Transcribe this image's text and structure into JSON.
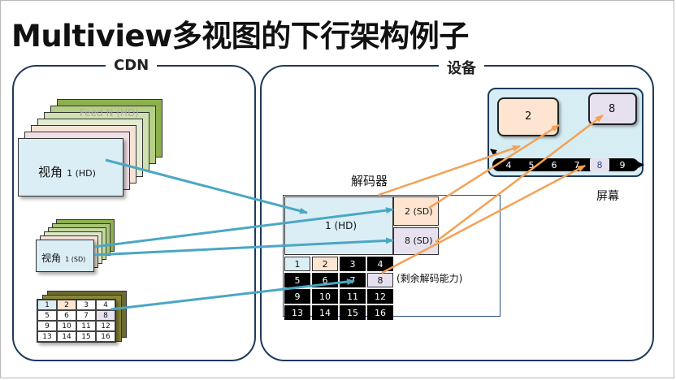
{
  "title": "Multiview多视图的下行架构例子",
  "cdn": {
    "label": "CDN",
    "feed_n_label": "Feed N (HD)",
    "hd_feed_label": "视角",
    "hd_feed_sub": "1 (HD)",
    "sd_feed_label": "视角",
    "sd_feed_sub": "1 (SD)",
    "mosaic_cells": [
      "1",
      "2",
      "3",
      "4",
      "5",
      "6",
      "7",
      "8",
      "9",
      "10",
      "11",
      "12",
      "13",
      "14",
      "15",
      "16"
    ]
  },
  "device": {
    "label": "设备",
    "decoder_label": "解码器",
    "hd_slot": "1 (HD)",
    "sd_slot_a": "2 (SD)",
    "sd_slot_b": "8 (SD)",
    "spare_label": "(剩余解码能力)",
    "grid_cells": [
      "1",
      "2",
      "3",
      "4",
      "5",
      "6",
      "7",
      "8",
      "9",
      "10",
      "11",
      "12",
      "13",
      "14",
      "15",
      "16"
    ],
    "screen_label": "屏幕",
    "screen_main": "2",
    "screen_pip": "8",
    "tape_cells": [
      "4",
      "5",
      "6",
      "7",
      "8",
      "9"
    ]
  },
  "colors": {
    "hd_fill": "#dbeef5",
    "peach": "#fde5d1",
    "lavender": "#e7e1ef",
    "green": "#8db04f",
    "screen_bg": "#d6edf4",
    "arrow_blue": "#4aa7c4",
    "arrow_orange": "#f3a156",
    "border_dark": "#1f3a5c"
  }
}
